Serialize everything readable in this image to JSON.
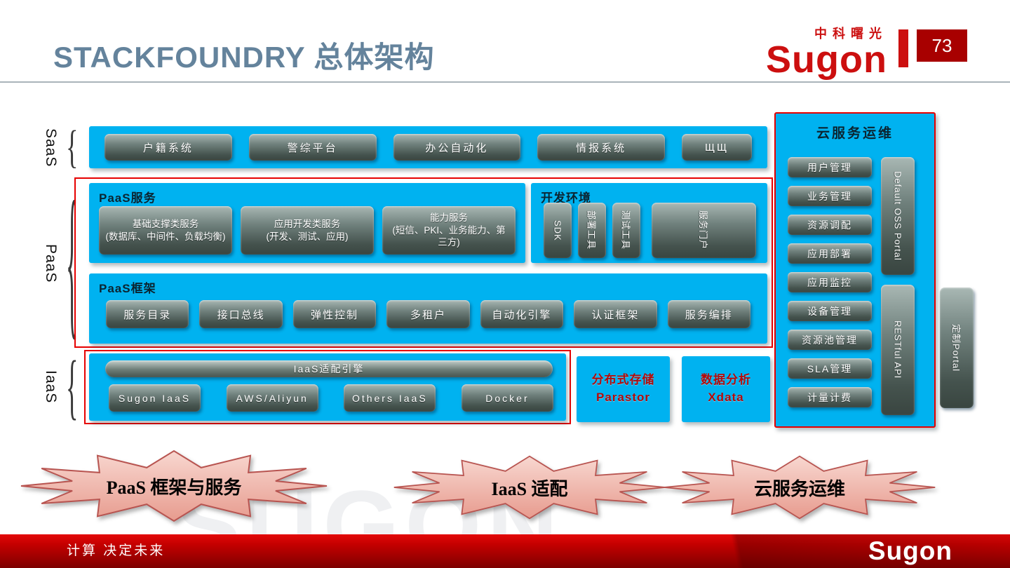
{
  "slide": {
    "title": "STACKFOUNDRY 总体架构",
    "page_number": "73"
  },
  "logo": {
    "brand_cn": "中科曙光",
    "brand_en": "Sugon"
  },
  "layers": {
    "saas": "SaaS",
    "paas": "PaaS",
    "iaas": "IaaS"
  },
  "saas": {
    "apps": [
      "户籍系统",
      "警综平台",
      "办公自动化",
      "情报系统",
      "ЩЩ"
    ]
  },
  "paas": {
    "services_title": "PaaS服务",
    "services": [
      {
        "title": "基础支撑类服务",
        "sub": "(数据库、中间件、负载均衡)"
      },
      {
        "title": "应用开发类服务",
        "sub": "(开发、测试、应用)"
      },
      {
        "title": "能力服务",
        "sub": "(短信、PKI、业务能力、第三方)"
      }
    ],
    "devenv_title": "开发环境",
    "devenv": [
      "SDK",
      "部署工具",
      "测试工具",
      "服务门户"
    ],
    "framework_title": "PaaS框架",
    "framework": [
      "服务目录",
      "接口总线",
      "弹性控制",
      "多租户",
      "自动化引擎",
      "认证框架",
      "服务编排"
    ]
  },
  "iaas": {
    "engine": "IaaS适配引擎",
    "providers": [
      "Sugon IaaS",
      "AWS/Aliyun",
      "Others IaaS",
      "Docker"
    ]
  },
  "storage_box": {
    "line1": "分布式存储",
    "line2": "Parastor"
  },
  "analytics_box": {
    "line1": "数据分析",
    "line2": "Xdata"
  },
  "ops": {
    "title": "云服务运维",
    "items": [
      "用户管理",
      "业务管理",
      "资源调配",
      "应用部署",
      "应用监控",
      "设备管理",
      "资源池管理",
      "SLA管理",
      "计量计费"
    ],
    "portal_bar": "Default OSS Portal",
    "api_bar": "RESTful API"
  },
  "custom_portal": "定制Portal",
  "callouts": [
    "PaaS 框架与服务",
    "IaaS 适配",
    "云服务运维"
  ],
  "footer": {
    "slogan": "计算 决定未来",
    "brand": "Sugon"
  },
  "watermark": "SUGON",
  "colors": {
    "cyan": "#00b2f0",
    "outline_red": "#e60000",
    "brand_red": "#c00000",
    "title_blue": "#64839c"
  }
}
